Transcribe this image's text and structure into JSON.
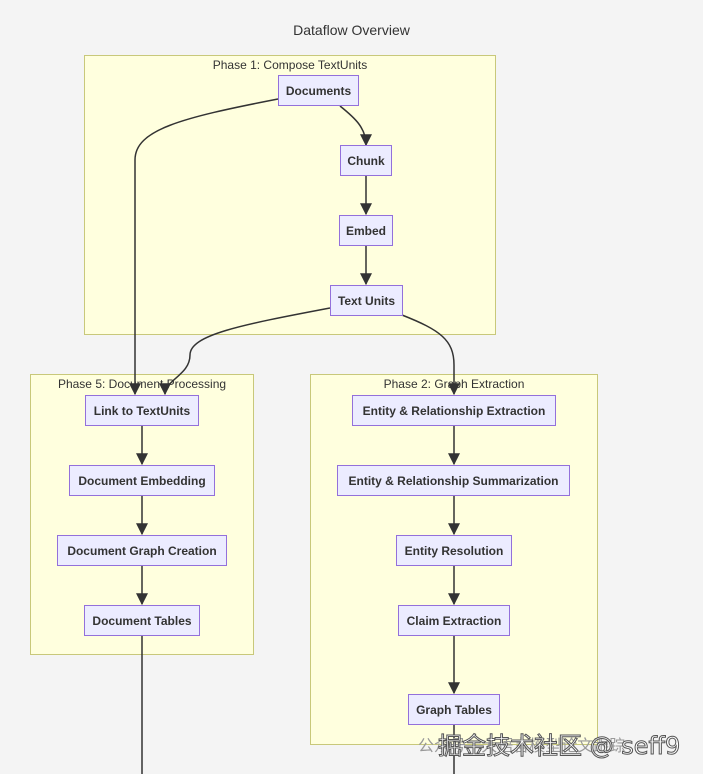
{
  "title": "Dataflow Overview",
  "phases": {
    "phase1": "Phase 1: Compose TextUnits",
    "phase2": "Phase 2: Graph Extraction",
    "phase5": "Phase 5: Document Processing"
  },
  "nodes": {
    "documents": "Documents",
    "chunk": "Chunk",
    "embed": "Embed",
    "text_units": "Text Units",
    "link_text_units": "Link to TextUnits",
    "document_embedding": "Document Embedding",
    "document_graph_creation": "Document Graph Creation",
    "document_tables": "Document Tables",
    "entity_rel_extraction": "Entity & Relationship Extraction",
    "entity_rel_summarization": "Entity & Relationship Summarization",
    "entity_resolution": "Entity Resolution",
    "claim_extraction": "Claim Extraction",
    "graph_tables": "Graph Tables"
  },
  "watermark": {
    "prefix": "公众号 · 大语言模型论文跟踪",
    "text": "掘金技术社区 @ seff9"
  },
  "colors": {
    "node_fill": "#ececff",
    "node_border": "#9370db",
    "cluster_fill": "#ffffde",
    "cluster_border": "#c8c87a",
    "edge": "#333333"
  }
}
